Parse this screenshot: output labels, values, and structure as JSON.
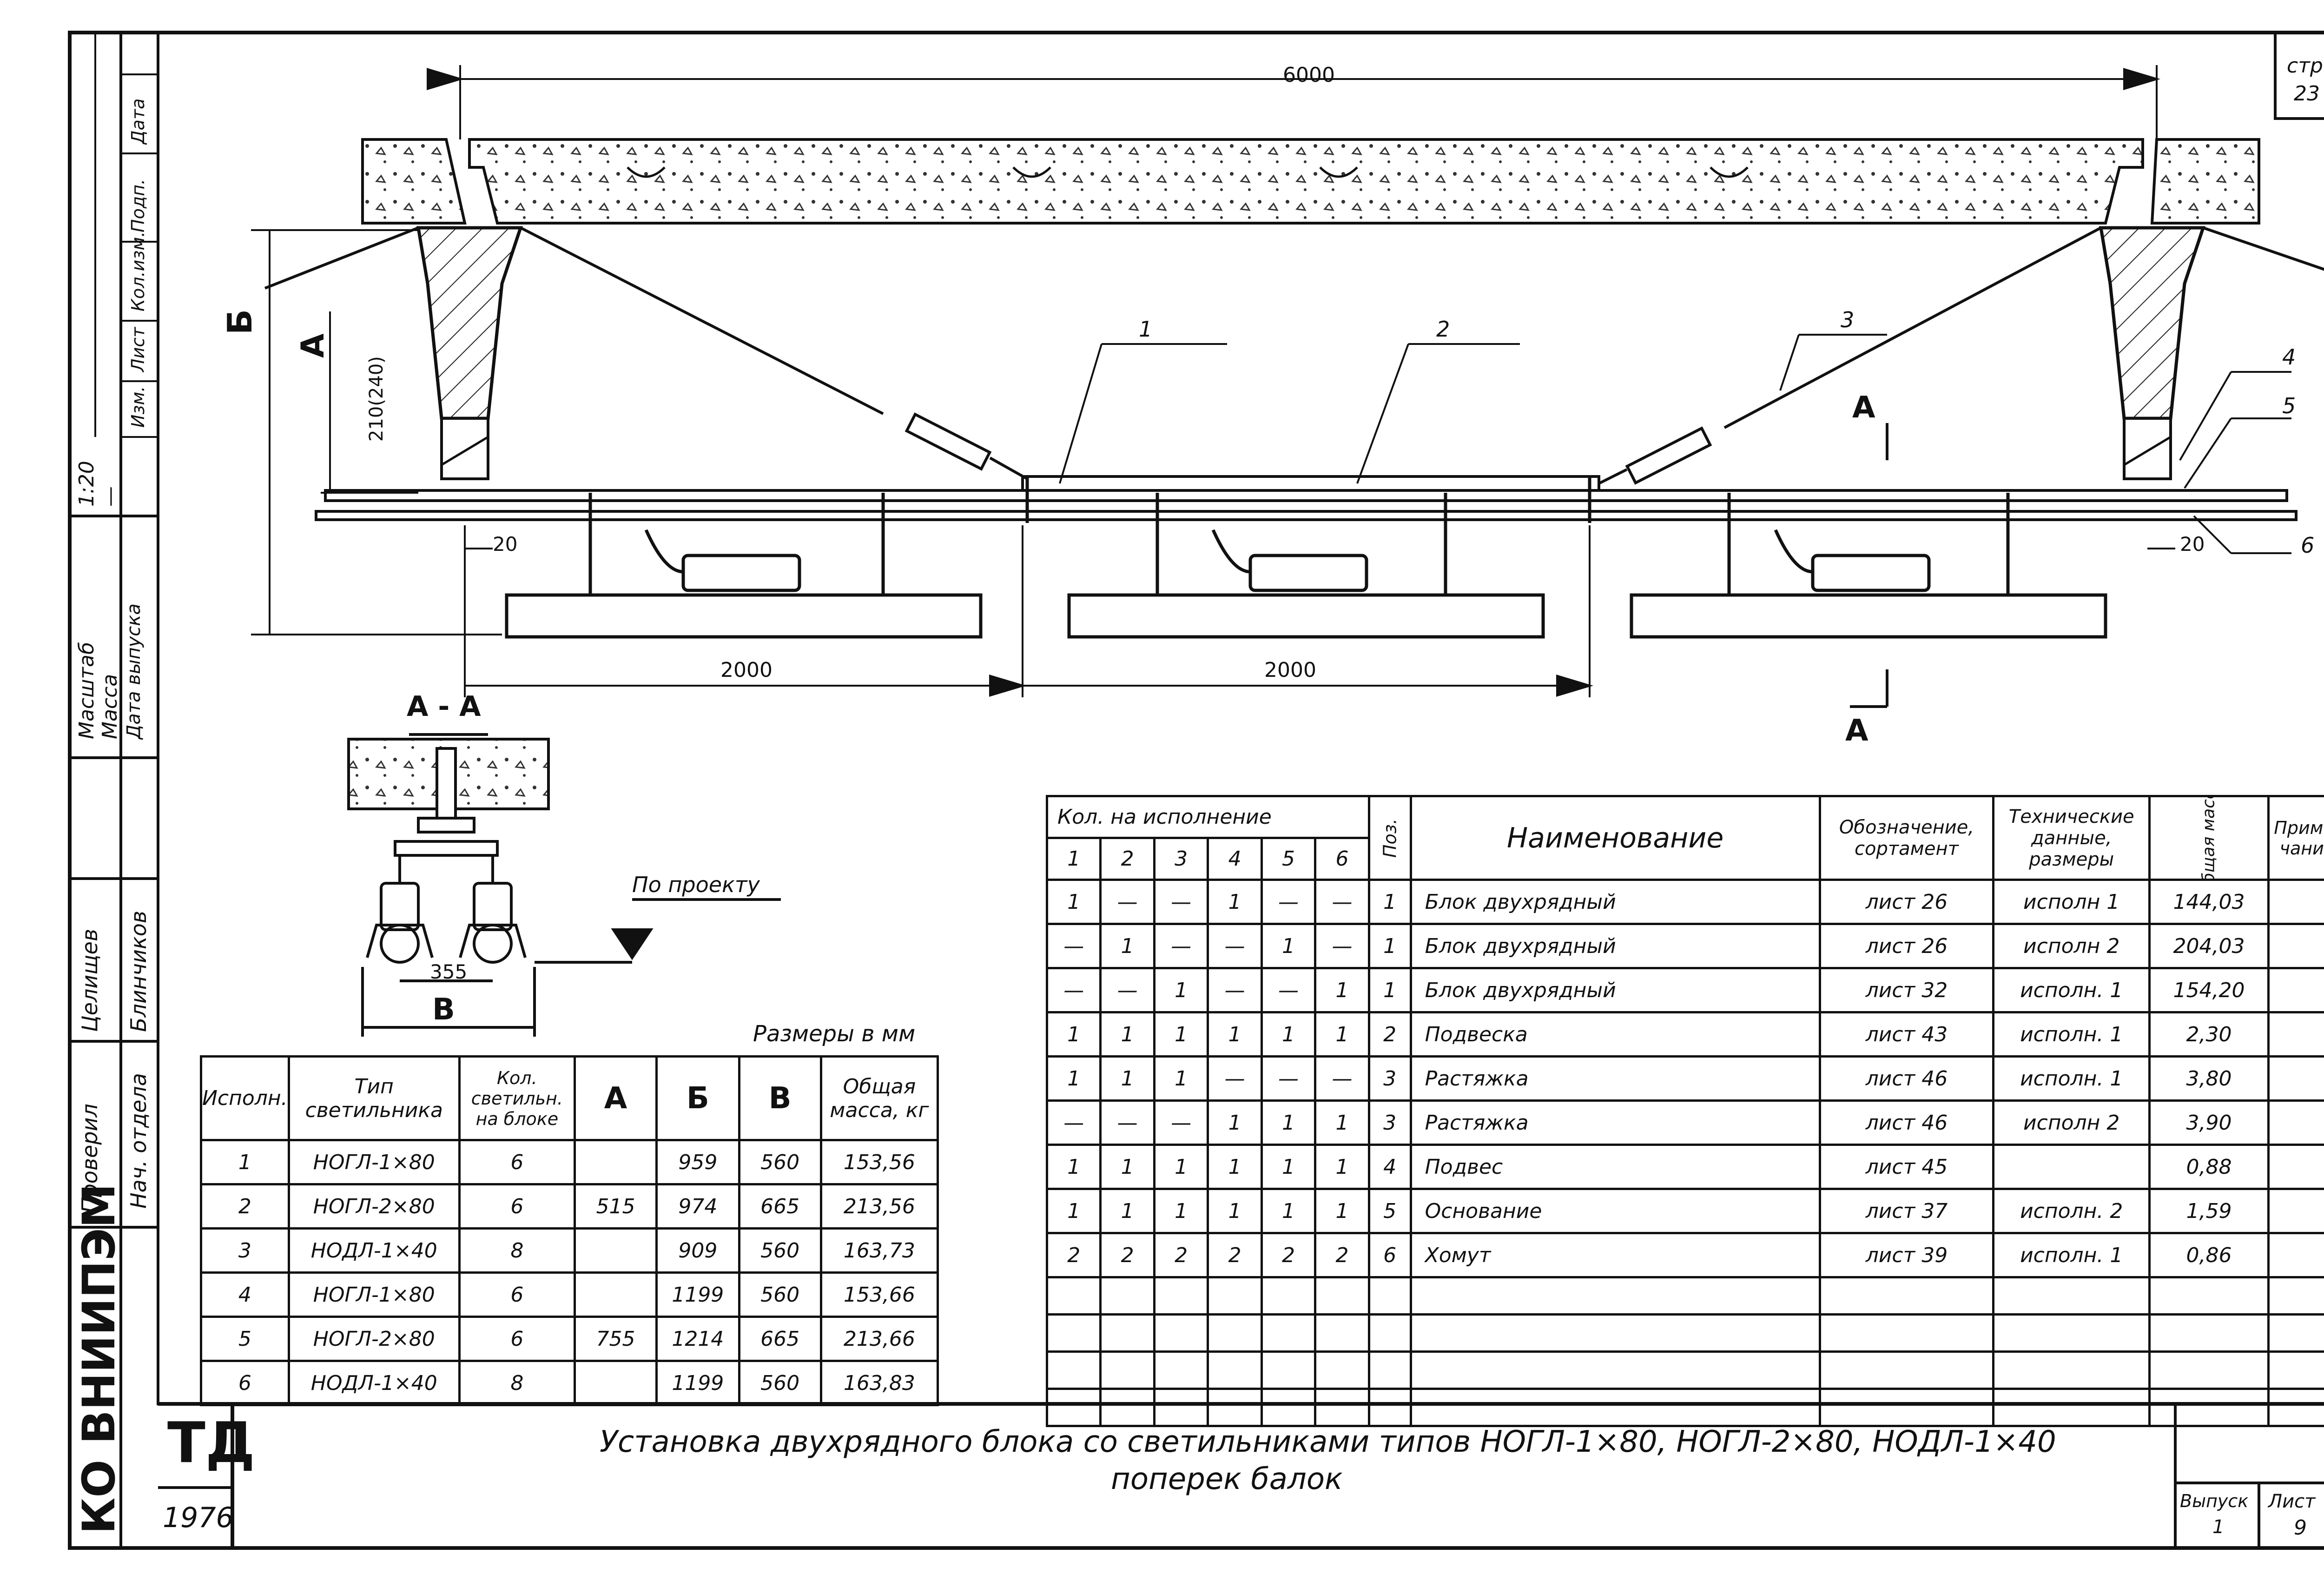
{
  "sheet": {
    "page_label": "стр.",
    "page_number": "23",
    "title_line1": "Установка двухрядного блока со светильниками типов НОГЛ-1×80, НОГЛ-2×80, НОДЛ-1×40",
    "title_line2": "поперек балок",
    "series_code": "ТД",
    "year": "1976",
    "issue_label": "Выпуск",
    "issue_value": "1",
    "sheet_label": "Лист",
    "sheet_value": "9"
  },
  "stamp": {
    "org": "КО ВНИИПЭМ",
    "rev_headers": [
      "Изм.",
      "Лист",
      "Кол.изм.",
      "Подп.",
      "Дата"
    ],
    "scale_label": "Масштаб",
    "scale_value": "1:20",
    "mass_label": "Масса",
    "mass_value": "—",
    "release_label": "Дата выпуска",
    "checked_label": "Проверил",
    "checked_name": "Целищев",
    "dept_label": "Нач. отдела",
    "dept_name": "Блинчиков"
  },
  "drawing": {
    "dim_total": "6000",
    "dim_span1": "2000",
    "dim_span2": "2000",
    "dim_left_gap": "20",
    "dim_right_gap": "20",
    "dim_vertical": "210(240)",
    "label_B": "Б",
    "label_A": "А",
    "section_arrow_top": "А",
    "section_arrow_bottom": "А",
    "callouts": [
      "1",
      "2",
      "3",
      "4",
      "5",
      "6"
    ]
  },
  "section": {
    "title": "А - А",
    "note": "По проекту",
    "dim_width": "355",
    "label_V": "В"
  },
  "variants_table": {
    "caption": "Размеры в мм",
    "headers": [
      "Исполн.",
      "Тип светильника",
      "Кол. светильн. на блоке",
      "А",
      "Б",
      "В",
      "Общая масса, кг"
    ],
    "rows": [
      [
        "1",
        "НОГЛ-1×80",
        "6",
        "",
        "959",
        "560",
        "153,56"
      ],
      [
        "2",
        "НОГЛ-2×80",
        "6",
        "515",
        "974",
        "665",
        "213,56"
      ],
      [
        "3",
        "НОДЛ-1×40",
        "8",
        "",
        "909",
        "560",
        "163,73"
      ],
      [
        "4",
        "НОГЛ-1×80",
        "6",
        "",
        "1199",
        "560",
        "153,66"
      ],
      [
        "5",
        "НОГЛ-2×80",
        "6",
        "755",
        "1214",
        "665",
        "213,66"
      ],
      [
        "6",
        "НОДЛ-1×40",
        "8",
        "",
        "1199",
        "560",
        "163,83"
      ]
    ]
  },
  "spec_table": {
    "qty_header": "Кол. на исполнение",
    "qty_cols": [
      "1",
      "2",
      "3",
      "4",
      "5",
      "6"
    ],
    "pos_header": "Поз.",
    "name_header": "Наименование",
    "desig_header": "Обозначение, сортамент",
    "tech_header": "Технические данные, размеры",
    "mass_header": "Общая масса",
    "note_header": "Приме-чание",
    "rows": [
      {
        "q": [
          "1",
          "—",
          "—",
          "1",
          "—",
          "—"
        ],
        "pos": "1",
        "name": "Блок двухрядный",
        "desig": "лист 26",
        "tech": "исполн 1",
        "mass": "144,03"
      },
      {
        "q": [
          "—",
          "1",
          "—",
          "—",
          "1",
          "—"
        ],
        "pos": "1",
        "name": "Блок двухрядный",
        "desig": "лист 26",
        "tech": "исполн 2",
        "mass": "204,03"
      },
      {
        "q": [
          "—",
          "—",
          "1",
          "—",
          "—",
          "1"
        ],
        "pos": "1",
        "name": "Блок двухрядный",
        "desig": "лист 32",
        "tech": "исполн. 1",
        "mass": "154,20"
      },
      {
        "q": [
          "1",
          "1",
          "1",
          "1",
          "1",
          "1"
        ],
        "pos": "2",
        "name": "Подвеска",
        "desig": "лист 43",
        "tech": "исполн. 1",
        "mass": "2,30"
      },
      {
        "q": [
          "1",
          "1",
          "1",
          "—",
          "—",
          "—"
        ],
        "pos": "3",
        "name": "Растяжка",
        "desig": "лист 46",
        "tech": "исполн. 1",
        "mass": "3,80"
      },
      {
        "q": [
          "—",
          "—",
          "—",
          "1",
          "1",
          "1"
        ],
        "pos": "3",
        "name": "Растяжка",
        "desig": "лист 46",
        "tech": "исполн 2",
        "mass": "3,90"
      },
      {
        "q": [
          "1",
          "1",
          "1",
          "1",
          "1",
          "1"
        ],
        "pos": "4",
        "name": "Подвес",
        "desig": "лист 45",
        "tech": "",
        "mass": "0,88"
      },
      {
        "q": [
          "1",
          "1",
          "1",
          "1",
          "1",
          "1"
        ],
        "pos": "5",
        "name": "Основание",
        "desig": "лист 37",
        "tech": "исполн. 2",
        "mass": "1,59"
      },
      {
        "q": [
          "2",
          "2",
          "2",
          "2",
          "2",
          "2"
        ],
        "pos": "6",
        "name": "Хомут",
        "desig": "лист 39",
        "tech": "исполн. 1",
        "mass": "0,86"
      }
    ],
    "blank_rows": 4
  }
}
